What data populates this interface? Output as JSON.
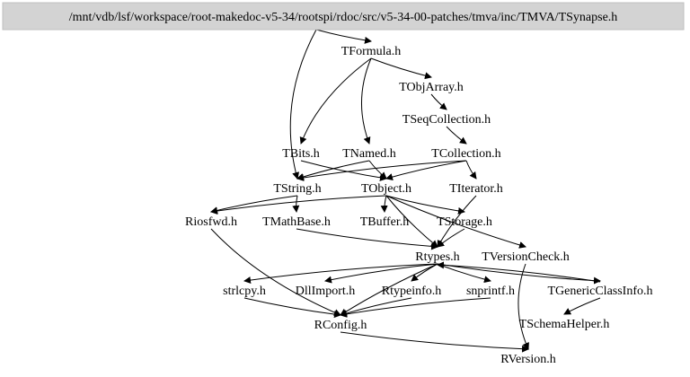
{
  "root": {
    "id": "TSynapse",
    "label": "/mnt/vdb/lsf/workspace/root-makedoc-v5-34/rootspi/rdoc/src/v5-34-00-patches/tmva/inc/TMVA/TSynapse.h",
    "fill": "#d3d3d3"
  },
  "nodes": [
    {
      "id": "TFormula",
      "label": "TFormula.h"
    },
    {
      "id": "TObjArray",
      "label": "TObjArray.h"
    },
    {
      "id": "TSeqCollection",
      "label": "TSeqCollection.h"
    },
    {
      "id": "TBits",
      "label": "TBits.h"
    },
    {
      "id": "TNamed",
      "label": "TNamed.h"
    },
    {
      "id": "TCollection",
      "label": "TCollection.h"
    },
    {
      "id": "TString",
      "label": "TString.h"
    },
    {
      "id": "TObject",
      "label": "TObject.h"
    },
    {
      "id": "TIterator",
      "label": "TIterator.h"
    },
    {
      "id": "Riosfwd",
      "label": "Riosfwd.h"
    },
    {
      "id": "TMathBase",
      "label": "TMathBase.h"
    },
    {
      "id": "TBuffer",
      "label": "TBuffer.h"
    },
    {
      "id": "TStorage",
      "label": "TStorage.h"
    },
    {
      "id": "Rtypes",
      "label": "Rtypes.h"
    },
    {
      "id": "TVersionCheck",
      "label": "TVersionCheck.h"
    },
    {
      "id": "strlcpy",
      "label": "strlcpy.h"
    },
    {
      "id": "DllImport",
      "label": "DllImport.h"
    },
    {
      "id": "Rtypeinfo",
      "label": "Rtypeinfo.h"
    },
    {
      "id": "snprintf",
      "label": "snprintf.h"
    },
    {
      "id": "TGenericClassInfo",
      "label": "TGenericClassInfo.h"
    },
    {
      "id": "RConfig",
      "label": "RConfig.h"
    },
    {
      "id": "TSchemaHelper",
      "label": "TSchemaHelper.h"
    },
    {
      "id": "RVersion",
      "label": "RVersion.h"
    }
  ],
  "edges": [
    [
      "TSynapse",
      "TFormula"
    ],
    [
      "TSynapse",
      "TString"
    ],
    [
      "TFormula",
      "TObjArray"
    ],
    [
      "TFormula",
      "TBits"
    ],
    [
      "TFormula",
      "TNamed"
    ],
    [
      "TObjArray",
      "TSeqCollection"
    ],
    [
      "TSeqCollection",
      "TCollection"
    ],
    [
      "TBits",
      "TObject"
    ],
    [
      "TNamed",
      "TString"
    ],
    [
      "TNamed",
      "TObject"
    ],
    [
      "TCollection",
      "TString"
    ],
    [
      "TCollection",
      "TObject"
    ],
    [
      "TCollection",
      "TIterator"
    ],
    [
      "TString",
      "Riosfwd"
    ],
    [
      "TString",
      "TMathBase"
    ],
    [
      "TObject",
      "Riosfwd"
    ],
    [
      "TObject",
      "TBuffer"
    ],
    [
      "TObject",
      "TStorage"
    ],
    [
      "TObject",
      "Rtypes"
    ],
    [
      "TObject",
      "TVersionCheck"
    ],
    [
      "TIterator",
      "Rtypes"
    ],
    [
      "TStorage",
      "Rtypes"
    ],
    [
      "TMathBase",
      "Rtypes"
    ],
    [
      "Riosfwd",
      "RConfig"
    ],
    [
      "Rtypes",
      "strlcpy"
    ],
    [
      "Rtypes",
      "DllImport"
    ],
    [
      "Rtypes",
      "Rtypeinfo"
    ],
    [
      "Rtypes",
      "snprintf"
    ],
    [
      "Rtypes",
      "RConfig"
    ],
    [
      "Rtypes",
      "TGenericClassInfo"
    ],
    [
      "strlcpy",
      "RConfig"
    ],
    [
      "Rtypeinfo",
      "RConfig"
    ],
    [
      "snprintf",
      "RConfig"
    ],
    [
      "TGenericClassInfo",
      "TSchemaHelper"
    ],
    [
      "TGenericClassInfo",
      "Rtypes"
    ],
    [
      "TVersionCheck",
      "RVersion"
    ],
    [
      "RConfig",
      "RVersion"
    ]
  ]
}
